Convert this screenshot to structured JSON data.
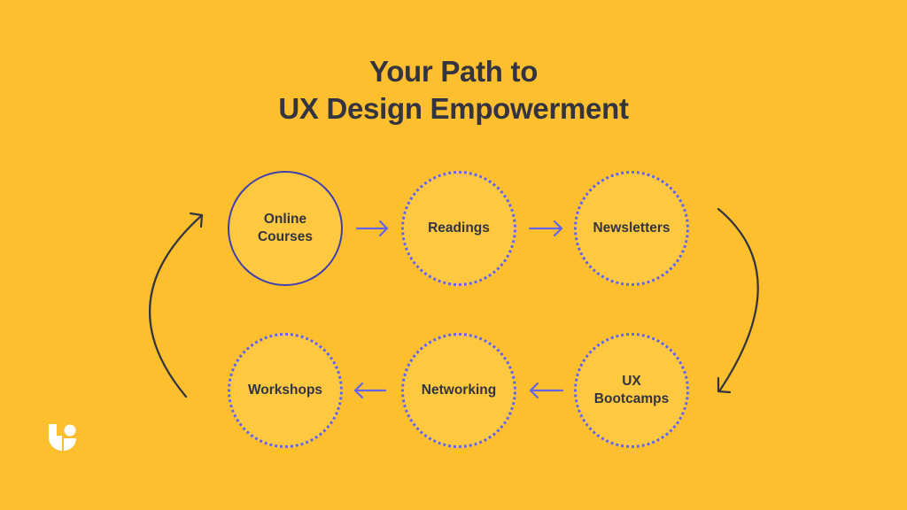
{
  "title": {
    "line1": "Your Path to",
    "line2": "UX Design Empowerment"
  },
  "nodes": [
    {
      "id": "online-courses",
      "label": "Online Courses",
      "style": "solid",
      "row": 1,
      "col": 1
    },
    {
      "id": "readings",
      "label": "Readings",
      "style": "dotted",
      "row": 1,
      "col": 2
    },
    {
      "id": "newsletters",
      "label": "Newsletters",
      "style": "dotted",
      "row": 1,
      "col": 3
    },
    {
      "id": "ux-bootcamps",
      "label": "UX Bootcamps",
      "style": "dotted",
      "row": 2,
      "col": 3
    },
    {
      "id": "networking",
      "label": "Networking",
      "style": "dotted",
      "row": 2,
      "col": 2
    },
    {
      "id": "workshops",
      "label": "Workshops",
      "style": "dotted",
      "row": 2,
      "col": 1
    }
  ],
  "edges": [
    {
      "from": "online-courses",
      "to": "readings",
      "type": "straight-arrow-right"
    },
    {
      "from": "readings",
      "to": "newsletters",
      "type": "straight-arrow-right"
    },
    {
      "from": "newsletters",
      "to": "ux-bootcamps",
      "type": "curved-arrow-down"
    },
    {
      "from": "ux-bootcamps",
      "to": "networking",
      "type": "straight-arrow-left"
    },
    {
      "from": "networking",
      "to": "workshops",
      "type": "straight-arrow-left"
    },
    {
      "from": "workshops",
      "to": "online-courses",
      "type": "curved-arrow-up"
    }
  ],
  "colors": {
    "background": "#FDBF2D",
    "node_fill": "#FEC841",
    "accent_arrow": "#6463EE",
    "solid_border": "#3F3FAF",
    "text": "#33343F",
    "curve_arrow": "#33343F",
    "logo": "#FFFFFF"
  },
  "logo": {
    "icon": "brand-logo-icon"
  }
}
